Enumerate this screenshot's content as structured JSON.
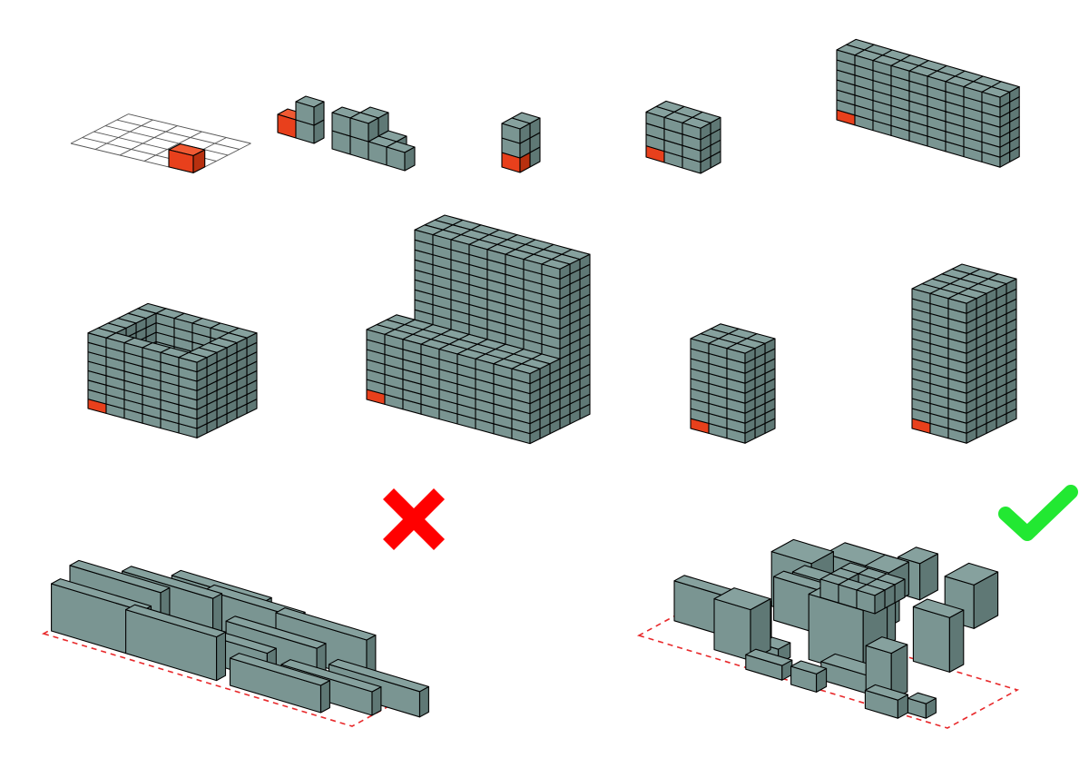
{
  "colors": {
    "block": "#7a9592",
    "block_top": "#86a19e",
    "block_left": "#7a9592",
    "block_right": "#5f7875",
    "accent": "#e8401c",
    "accent_top": "#f05a33",
    "accent_right": "#b8300f",
    "grid_line": "#555555",
    "site_outline": "#e8292b",
    "cross": "#ff0000",
    "check": "#22e832"
  },
  "icons": {
    "rejected": "cross-icon",
    "accepted": "check-icon"
  },
  "diagram": {
    "rows": [
      {
        "name": "unit-growth",
        "stages": [
          {
            "name": "base-grid-with-unit",
            "grid": [
              5,
              5
            ],
            "highlight": [
              4,
              4
            ]
          },
          {
            "name": "unit-pair-and-cluster"
          },
          {
            "name": "vertical-stack",
            "size": [
              1,
              1,
              3
            ]
          },
          {
            "name": "small-block",
            "size": [
              3,
              2,
              4
            ]
          },
          {
            "name": "long-slab",
            "size": [
              8,
              1,
              6
            ]
          }
        ]
      },
      {
        "name": "building-forms",
        "stages": [
          {
            "name": "courtyard-block"
          },
          {
            "name": "l-shaped-block"
          },
          {
            "name": "compact-tower",
            "size": [
              3,
              3,
              9
            ]
          },
          {
            "name": "tall-slab-tower",
            "size": [
              4,
              5,
              14
            ]
          }
        ]
      },
      {
        "name": "site-layout-comparison",
        "options": [
          {
            "name": "repetitive-bar-layout",
            "verdict": "rejected"
          },
          {
            "name": "varied-cluster-layout",
            "verdict": "accepted"
          }
        ]
      }
    ]
  }
}
